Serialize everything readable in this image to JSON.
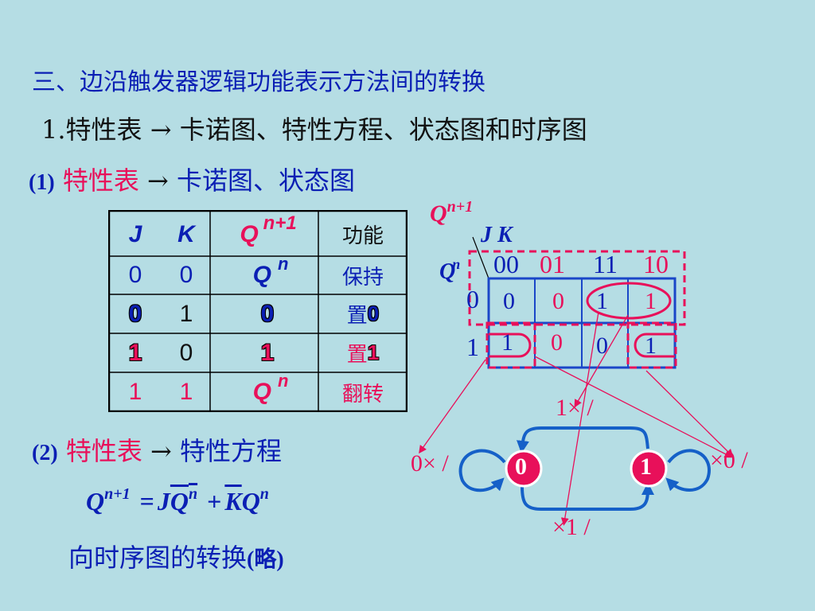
{
  "heading": {
    "main": "三、边沿触发器逻辑功能表示方法间的转换",
    "sub_num": "1.",
    "sub_a": "特性表",
    "sub_b": "卡诺图、特性方程、状态图和时序图",
    "arrow": "→"
  },
  "section1": {
    "num": "(1)",
    "a": "特性表",
    "b": "卡诺图、状态图"
  },
  "section2": {
    "num": "(2)",
    "a": "特性表",
    "b": "特性方程"
  },
  "table": {
    "headers": {
      "j": "J",
      "k": "K",
      "q": "Q",
      "q_sup": "n+1",
      "func": "功能"
    },
    "rows": [
      {
        "j": "0",
        "k": "0",
        "q": "Q",
        "q_sup": "n",
        "func": "保持"
      },
      {
        "j": "0",
        "k": "1",
        "q": "0",
        "q_sup": "",
        "func_a": "置",
        "func_b": "0"
      },
      {
        "j": "1",
        "k": "0",
        "q": "1",
        "q_sup": "",
        "func_a": "置",
        "func_b": "1"
      },
      {
        "j": "1",
        "k": "1",
        "q": "Q",
        "q_sup": "n",
        "func": "翻转"
      }
    ]
  },
  "kmap": {
    "title": "Q",
    "title_sup": "n+1",
    "jk_label": "J K",
    "qn_label": "Q",
    "qn_sup": "n",
    "cols": [
      "00",
      "01",
      "11",
      "10"
    ],
    "rows": [
      "0",
      "1"
    ],
    "cells": [
      [
        "0",
        "0",
        "1",
        "1"
      ],
      [
        "1",
        "0",
        "0",
        "1"
      ]
    ]
  },
  "equation": {
    "q": "Q",
    "sup": "n+1",
    "eq": "=",
    "j": "J",
    "qbar": "Q",
    "n1": "n",
    "plus": "+",
    "kbar": "K",
    "q2": "Q",
    "n2": "n"
  },
  "note": {
    "text": "向时序图的转换",
    "paren": "(略)"
  },
  "state_diagram": {
    "state0": "0",
    "state1": "1",
    "top_label": "1× /",
    "bottom_label": "×1 /",
    "left_label": "0× /",
    "right_label": "×0 /"
  },
  "colors": {
    "background": "#b5dde4",
    "blue": "#0b1fb4",
    "red": "#e8105a"
  }
}
